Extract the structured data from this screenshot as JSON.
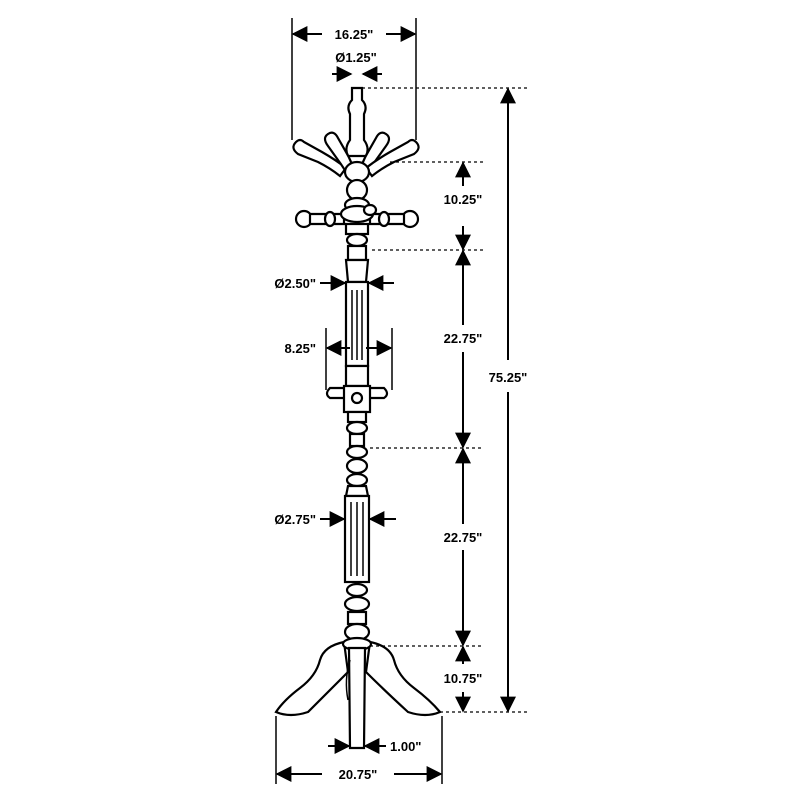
{
  "dimensions": {
    "top_width": "16.25\"",
    "top_diameter": "Ø1.25\"",
    "hook_section_height": "10.25\"",
    "upper_post_diameter": "Ø2.50\"",
    "middle_hook_width": "8.25\"",
    "upper_post_height": "22.75\"",
    "total_height": "75.25\"",
    "lower_post_diameter": "Ø2.75\"",
    "lower_post_height": "22.75\"",
    "base_height": "10.75\"",
    "leg_thickness": "1.00\"",
    "base_width": "20.75\""
  }
}
